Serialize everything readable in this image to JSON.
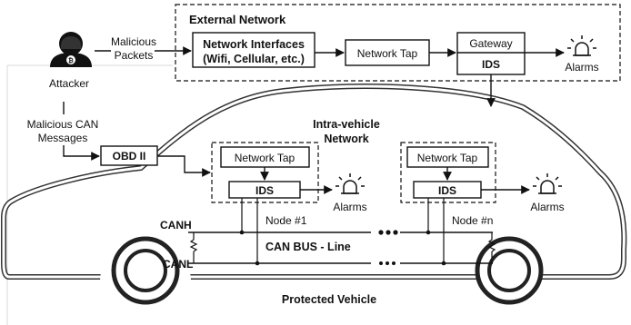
{
  "external_network": {
    "title": "External Network",
    "network_interfaces_line1": "Network Interfaces",
    "network_interfaces_line2": "(Wifi, Cellular,  etc.)",
    "network_tap": "Network Tap",
    "gateway": "Gateway",
    "ids": "IDS",
    "alarms": "Alarms"
  },
  "attacker": {
    "label": "Attacker",
    "malicious_packets_line1": "Malicious",
    "malicious_packets_line2": "Packets",
    "malicious_can_line1": "Malicious CAN",
    "malicious_can_line2": "Messages",
    "icon": "hacker-icon"
  },
  "vehicle": {
    "intra_line1": "Intra-vehicle",
    "intra_line2": "Network",
    "obd": "OBD II",
    "node1_tap": "Network Tap",
    "node1_ids": "IDS",
    "node1_alarms": "Alarms",
    "node1_label": "Node #1",
    "noden_tap": "Network Tap",
    "noden_ids": "IDS",
    "noden_alarms": "Alarms",
    "noden_label": "Node #n",
    "canh": "CANH",
    "canl": "CANL",
    "can_bus": "CAN BUS - Line",
    "protected": "Protected Vehicle"
  }
}
